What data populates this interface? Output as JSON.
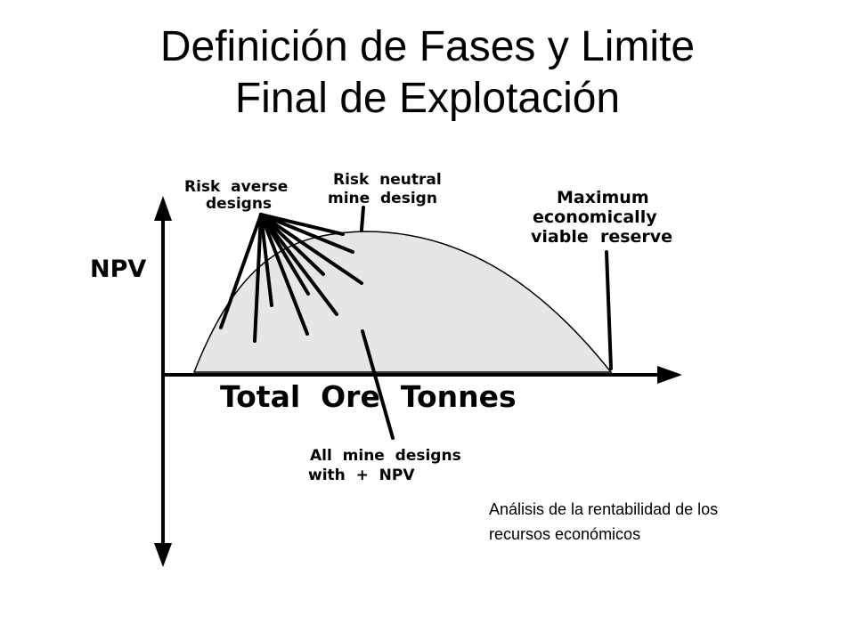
{
  "title": {
    "line1": "Definición de Fases y Limite",
    "line2": "Final de Explotación"
  },
  "diagram": {
    "y_axis_label": "NPV",
    "x_axis_label": "Total  Ore  Tonnes",
    "risk_averse": {
      "line1": "Risk  averse",
      "line2": "designs"
    },
    "risk_neutral": {
      "line1": "Risk  neutral",
      "line2": "mine  design"
    },
    "max_reserve": {
      "line1": "Maximum",
      "line2": "economically",
      "line3": "viable  reserve"
    },
    "all_designs": {
      "line1": "All  mine  designs",
      "line2": "with  +  NPV"
    },
    "curve_fill_color": "#e6e6e6"
  },
  "caption": {
    "line1": "Análisis de la rentabilidad de los",
    "line2": "recursos económicos"
  }
}
